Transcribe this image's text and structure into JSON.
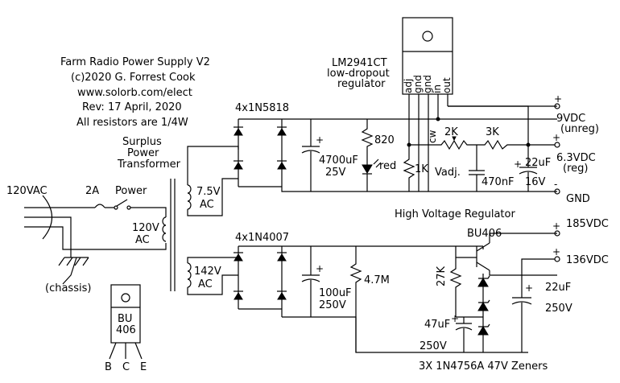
{
  "header": {
    "title": "Farm Radio Power Supply V2",
    "copyright": "(c)2020  G. Forrest Cook",
    "url": "www.solorb.com/elect",
    "revision": "Rev: 17 April, 2020",
    "note": "All resistors are 1/4W"
  },
  "regulator_ic": {
    "part": "LM2941CT",
    "desc1": "low-dropout",
    "desc2": "regulator",
    "pins": [
      "adj",
      "gnd",
      "gnd",
      "in",
      "out"
    ]
  },
  "transformer": {
    "label1": "Surplus",
    "label2": "Power",
    "label3": "Transformer"
  },
  "mains": {
    "voltage": "120VAC",
    "fuse": "2A",
    "switch": "Power",
    "primary_v": "120V",
    "primary_ac": "AC",
    "chassis": "(chassis)"
  },
  "lv_section": {
    "secondary_v": "7.5V",
    "secondary_ac": "AC",
    "bridge": "4x1N5818",
    "cap_value": "4700uF",
    "cap_voltage": "25V",
    "led_resistor": "820",
    "led_color": "red",
    "resistor_1k": "1K",
    "cw": "cw",
    "pot_value": "2K",
    "pot_label": "Vadj.",
    "resistor_3k": "3K",
    "cap_470": "470nF",
    "cap_22": "22uF",
    "cap_22_v": "16V",
    "out_9v": "9VDC",
    "out_9v_note": "(unreg)",
    "out_6v": "6.3VDC",
    "out_6v_note": "(reg)",
    "gnd": "GND"
  },
  "hv_section": {
    "title": "High Voltage Regulator",
    "secondary_v": "142V",
    "secondary_ac": "AC",
    "bridge": "4x1N4007",
    "cap_value": "100uF",
    "cap_voltage": "250V",
    "bleeder": "4.7M",
    "resistor_27k": "27K",
    "transistor": "BU406",
    "cap_47": "47uF",
    "cap_47_v": "250V",
    "cap_22": "22uF",
    "cap_22_v": "250V",
    "zeners": "3X 1N4756A 47V Zeners",
    "out_185": "185VDC",
    "out_136": "136VDC"
  },
  "pinout": {
    "part1": "BU",
    "part2": "406",
    "pins": [
      "B",
      "C",
      "E"
    ]
  },
  "plus": "+"
}
